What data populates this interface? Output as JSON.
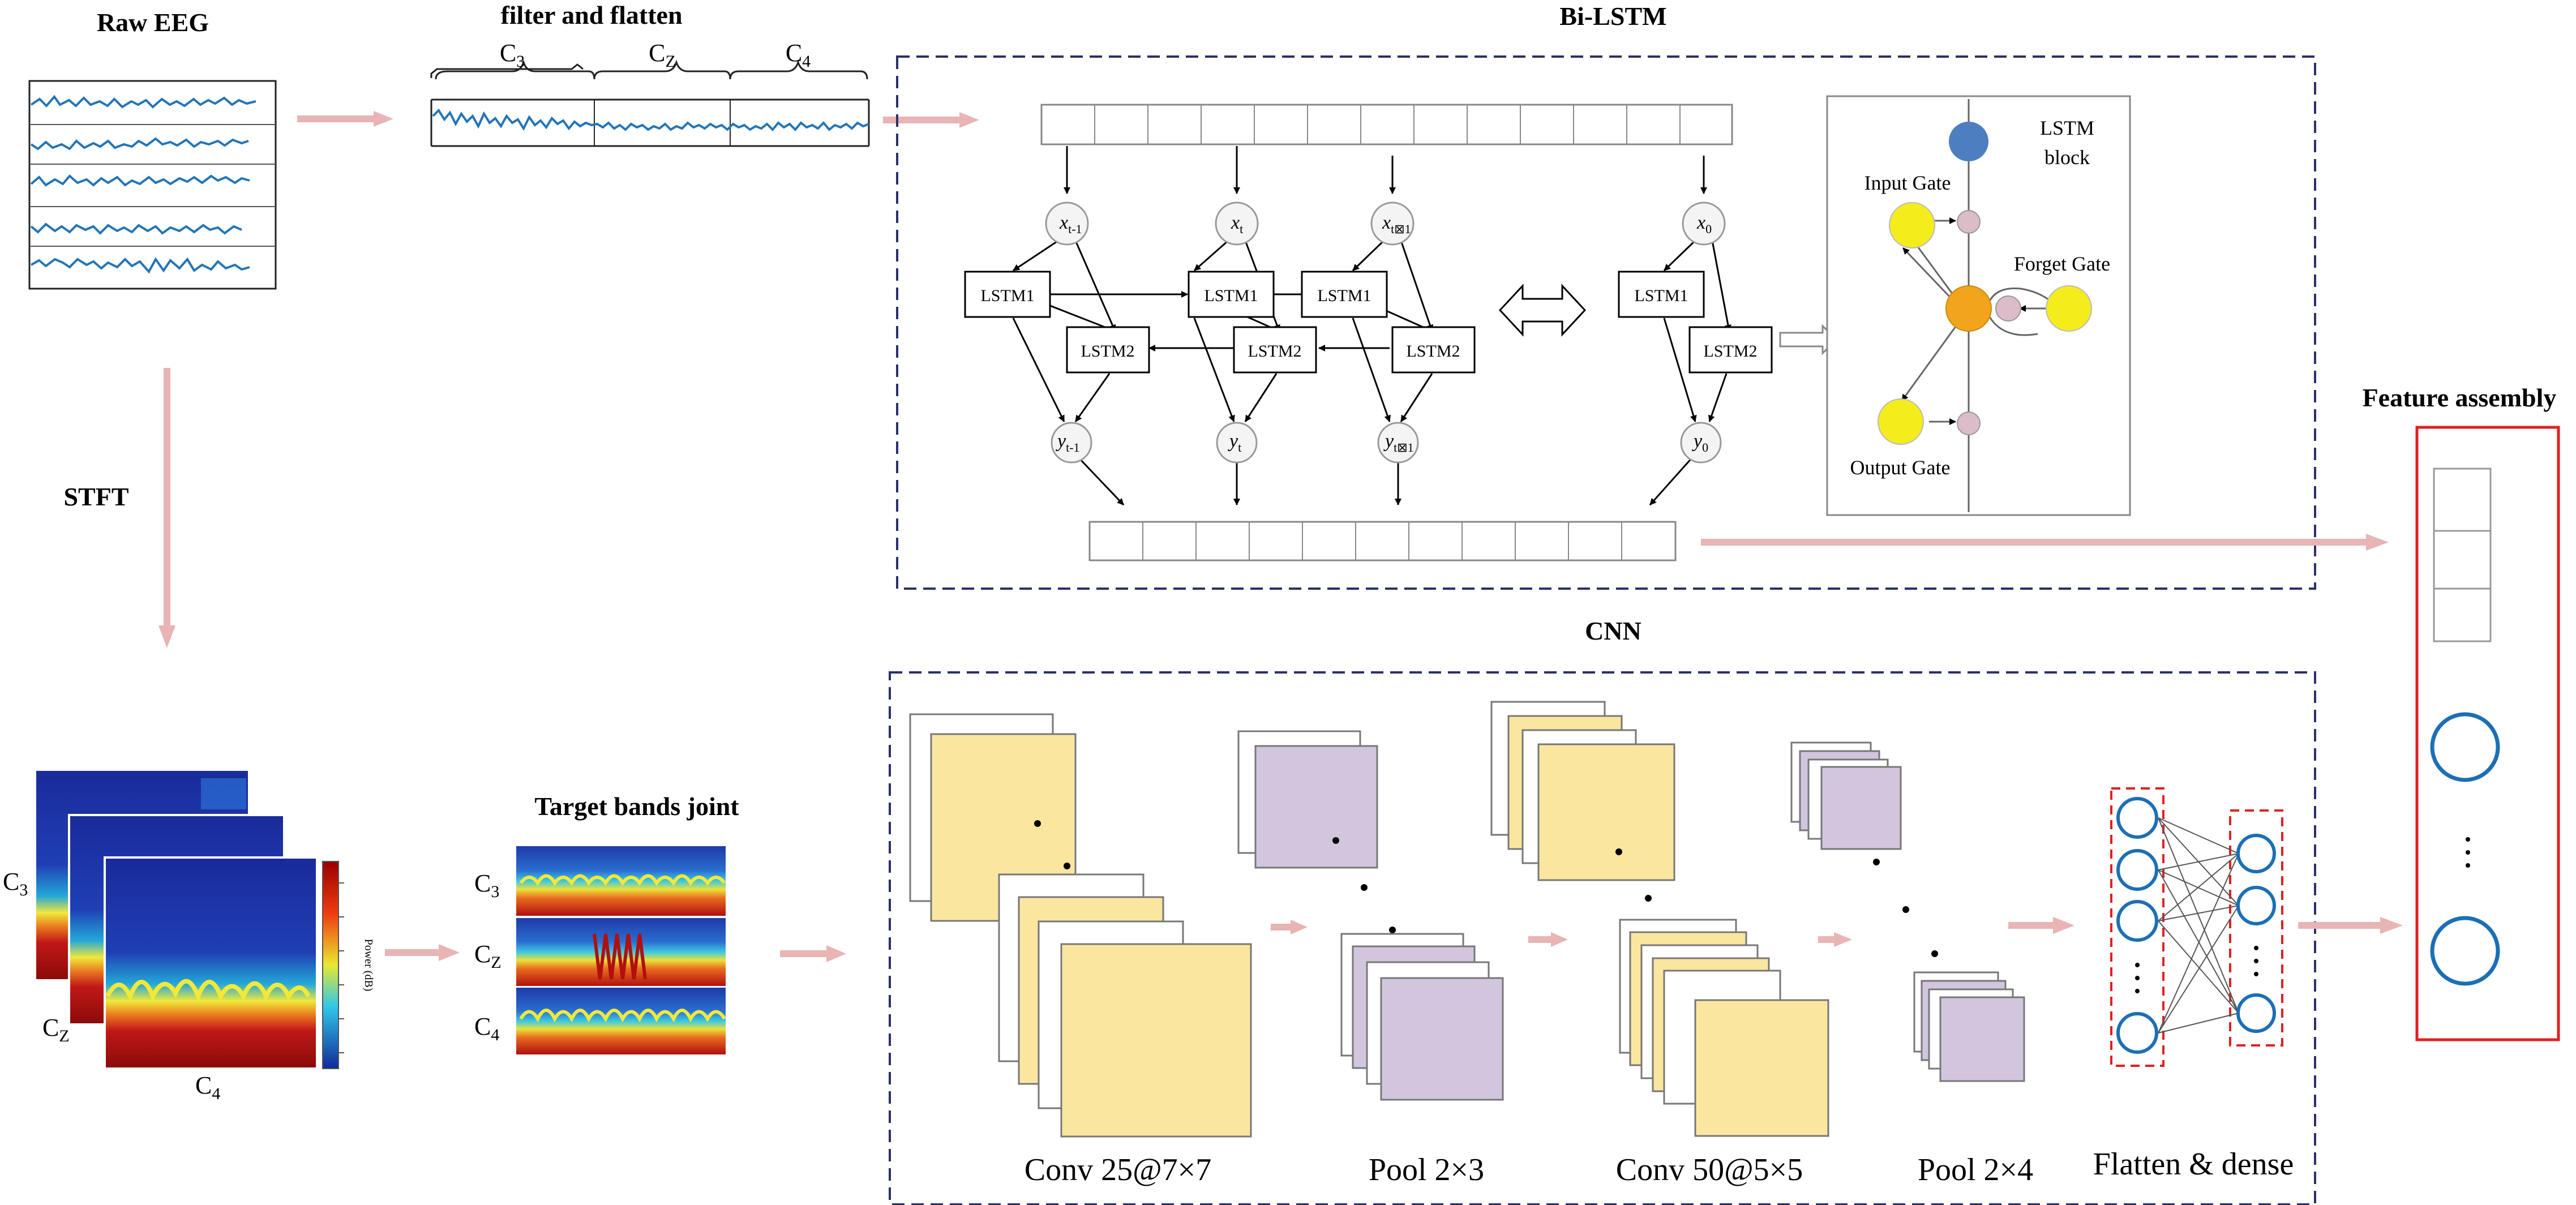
{
  "labels": {
    "raw_eeg": "Raw EEG",
    "filter_flatten": "filter and flatten",
    "stft": "STFT",
    "bi_lstm": "Bi-LSTM",
    "cnn": "CNN",
    "feature_assembly": "Feature assembly",
    "target_bands": "Target bands joint"
  },
  "channels": {
    "c3": "C",
    "cz": "C",
    "c4": "C",
    "sub3": "3",
    "subz": "Z",
    "sub4": "4"
  },
  "lstm": {
    "cell1": "LSTM1",
    "cell2": "LSTM2",
    "x_sym": "x",
    "y_sym": "y",
    "sub_t_minus_1": "t-1",
    "sub_t": "t",
    "sub_t_plus_1": "t⊠1",
    "sub_0": "0",
    "block_title": "LSTM",
    "block_subtitle": "block",
    "input_gate": "Input Gate",
    "forget_gate": "Forget Gate",
    "output_gate": "Output Gate"
  },
  "cnn_layers": {
    "conv1": "Conv  25@7×7",
    "pool1": "Pool  2×3",
    "conv2": "Conv  50@5×5",
    "pool2": "Pool  2×4",
    "dense": "Flatten & dense"
  },
  "spectrogram": {
    "colorbar_label": "Power (dB)"
  },
  "colors": {
    "arrow": "#e8b4b4",
    "dashed_box": "#2b2f6b",
    "conv_fill": "#fbe6a0",
    "pool_fill": "#d2c6de",
    "node_blue": "#1c6fb5",
    "red_dash": "#e02020",
    "gate_yellow": "#f5ec1c",
    "cell_orange": "#f2a51c",
    "gate_pink": "#dcbcc8",
    "lstm_top_blue": "#4d7fc0",
    "eeg_line": "#2275b8"
  },
  "icons": {
    "double_arrow": "double-arrow-icon",
    "hollow_arrow": "hollow-arrow-icon",
    "vdots": "vertical-dots-icon"
  }
}
